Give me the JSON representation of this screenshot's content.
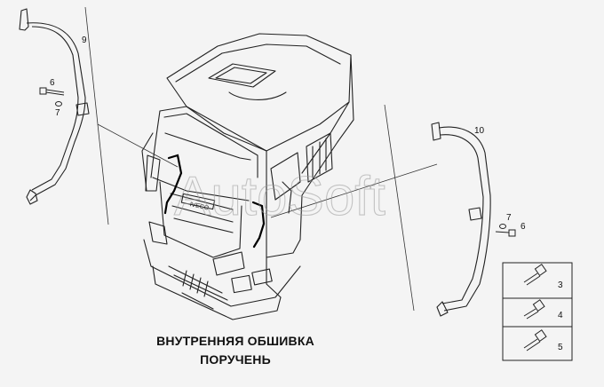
{
  "caption": {
    "line1": "ВНУТРЕННЯЯ ОБШИВКА",
    "line2": "ПОРУЧЕНЬ"
  },
  "watermark": "AutoSoft",
  "grille_badge": "IVECO",
  "callouts": {
    "left_handrail": "9",
    "left_screw": "6",
    "left_washer": "7",
    "right_handrail": "10",
    "right_washer": "7",
    "right_screw": "6",
    "cap_3": "3",
    "cap_4": "4",
    "cap_5": "5"
  },
  "colors": {
    "line": "#222222",
    "background": "#f4f4f4",
    "watermark": "#9a9a9a"
  }
}
